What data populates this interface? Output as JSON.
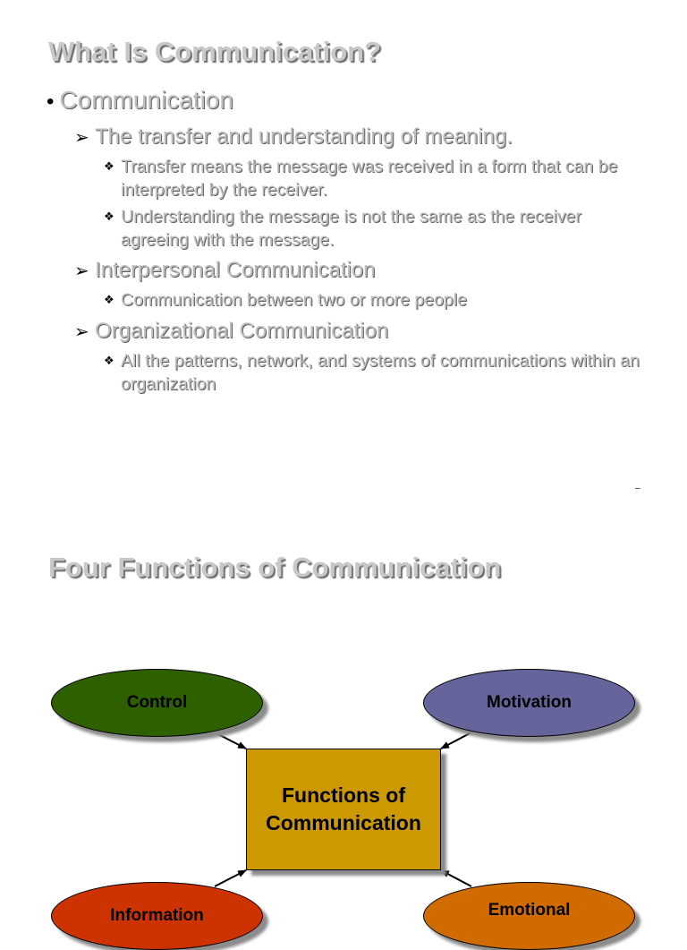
{
  "slide1": {
    "title": "What Is Communication?",
    "bullet": "Communication",
    "items": [
      {
        "heading": "The transfer and understanding of meaning.",
        "subs": [
          "Transfer means the message was received in a form that can be interpreted by the receiver.",
          "Understanding the message is not the same as the receiver agreeing with the message."
        ]
      },
      {
        "heading": "Interpersonal Communication",
        "subs": [
          "Communication between two or more people"
        ]
      },
      {
        "heading": "Organizational Communication",
        "subs": [
          "All the patterns, network, and systems of communications within an organization"
        ]
      }
    ],
    "footer_mark": "–"
  },
  "slide2": {
    "title": "Four Functions of Communication",
    "diagram": {
      "center_line1": "Functions of",
      "center_line2": "Communication",
      "nodes": {
        "control": "Control",
        "motivation": "Motivation",
        "information": "Information",
        "emotional": "Emotional"
      },
      "colors": {
        "control": "#2f6000",
        "motivation": "#65659b",
        "information": "#cc3300",
        "emotional": "#d06b00",
        "center": "#cc9900"
      }
    }
  },
  "icons": {
    "level1": "bullet-dot-icon",
    "level2": "arrowhead-bullet-icon",
    "level3": "diamond-bullet-icon"
  }
}
